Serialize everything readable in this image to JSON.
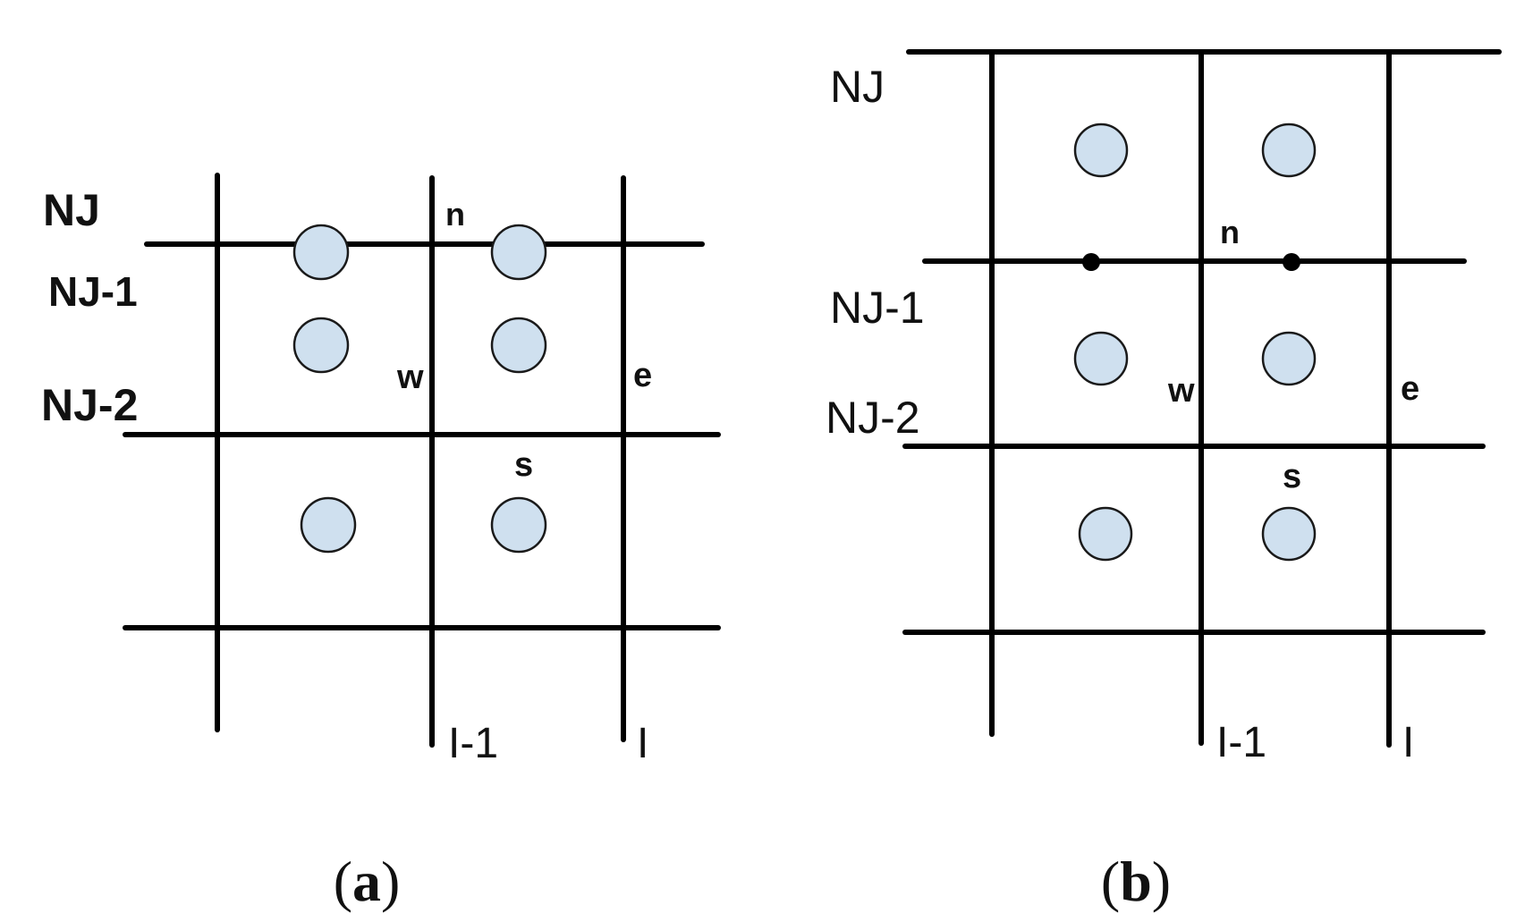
{
  "colors": {
    "line": "#000000",
    "node_fill": "#cfe0ef",
    "node_stroke": "#1a1a1a",
    "text": "#111111"
  },
  "panels": [
    {
      "id": "a",
      "caption_open": "(",
      "caption_letter": "a",
      "caption_close": ")",
      "row_labels": [
        "NJ",
        "NJ-1",
        "NJ-2"
      ],
      "col_labels": [
        "I-1",
        "I"
      ],
      "face_labels": {
        "n": "n",
        "w": "w",
        "e": "e",
        "s": "s"
      },
      "node_count": 6,
      "boundary_point_count": 0
    },
    {
      "id": "b",
      "caption_open": "(",
      "caption_letter": "b",
      "caption_close": ")",
      "row_labels": [
        "NJ",
        "NJ-1",
        "NJ-2"
      ],
      "col_labels": [
        "I-1",
        "I"
      ],
      "face_labels": {
        "n": "n",
        "w": "w",
        "e": "e",
        "s": "s"
      },
      "node_count": 6,
      "boundary_point_count": 2
    }
  ]
}
